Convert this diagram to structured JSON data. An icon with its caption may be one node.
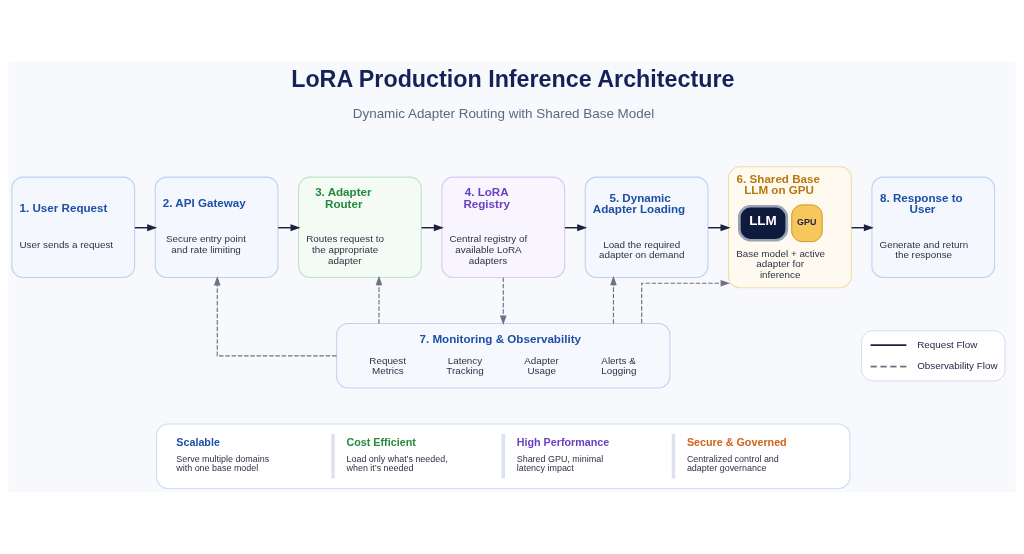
{
  "diagram": {
    "title": "LoRA Production Inference Architecture",
    "nodes": [
      {
        "text": [
          "1. User Request",
          "User sends a request"
        ]
      },
      {
        "text": [
          "2. API Gateway",
          "Secure entry point and rate limiting"
        ]
      },
      {
        "text": [
          "3. Adapter Router",
          "Routes request to the appropriate adapter"
        ]
      },
      {
        "text": [
          "4. LoRA Registry",
          "Central registry of available LoRA adapters"
        ]
      },
      {
        "text": [
          "5. Dynamic Adapter Loading",
          "Load the required adapter on demand"
        ]
      },
      {
        "text": [
          "6. Shared Base LLM on GPU",
          "LLM",
          "GPU",
          "Base model + active adapter for inference"
        ]
      },
      {
        "text": [
          "8. Response to User",
          "Generate and return the response"
        ]
      },
      {
        "text": [
          "7. Monitoring & Observability",
          "Request Metrics",
          "Latency Tracking",
          "Adapter Usage",
          "Alerts & Logging"
        ]
      },
      {
        "text": [
          "Scalable",
          "Serve multiple domains with one base model",
          "Cost Efficient",
          "Load only what’s needed, when it’s needed",
          "High Performance",
          "Shared GPU, minimal latency impact",
          "Secure & Governed",
          "Centralized control and adapter governance"
        ]
      }
    ],
    "edges": [
      {
        "from": 0,
        "to": 1,
        "arrow": "to"
      },
      {
        "from": 1,
        "to": 2,
        "arrow": "to"
      },
      {
        "from": 2,
        "to": 3,
        "arrow": "to"
      },
      {
        "from": 3,
        "to": 4,
        "arrow": "to"
      },
      {
        "from": 4,
        "to": 5,
        "arrow": "to"
      },
      {
        "from": 5,
        "to": 6,
        "arrow": "to"
      },
      {
        "from": 3,
        "to": 7,
        "arrow": "to",
        "style": "dashed",
        "color": "#6b7385"
      },
      {
        "from": 7,
        "to": 1,
        "arrow": "to",
        "style": "dashed",
        "color": "#6b7385"
      },
      {
        "from": 7,
        "to": 2,
        "arrow": "to",
        "style": "dashed",
        "color": "#6b7385"
      },
      {
        "from": 7,
        "to": 4,
        "arrow": "to",
        "style": "dashed",
        "color": "#6b7385"
      },
      {
        "from": 7,
        "to": 5,
        "arrow": "to",
        "style": "dashed",
        "color": "#6b7385"
      }
    ],
    "labels": [
      "Dynamic Adapter Routing with Shared Base Model"
    ],
    "legend": [
      {
        "text": "Request Flow"
      },
      {
        "text": "Observability Flow"
      }
    ]
  }
}
